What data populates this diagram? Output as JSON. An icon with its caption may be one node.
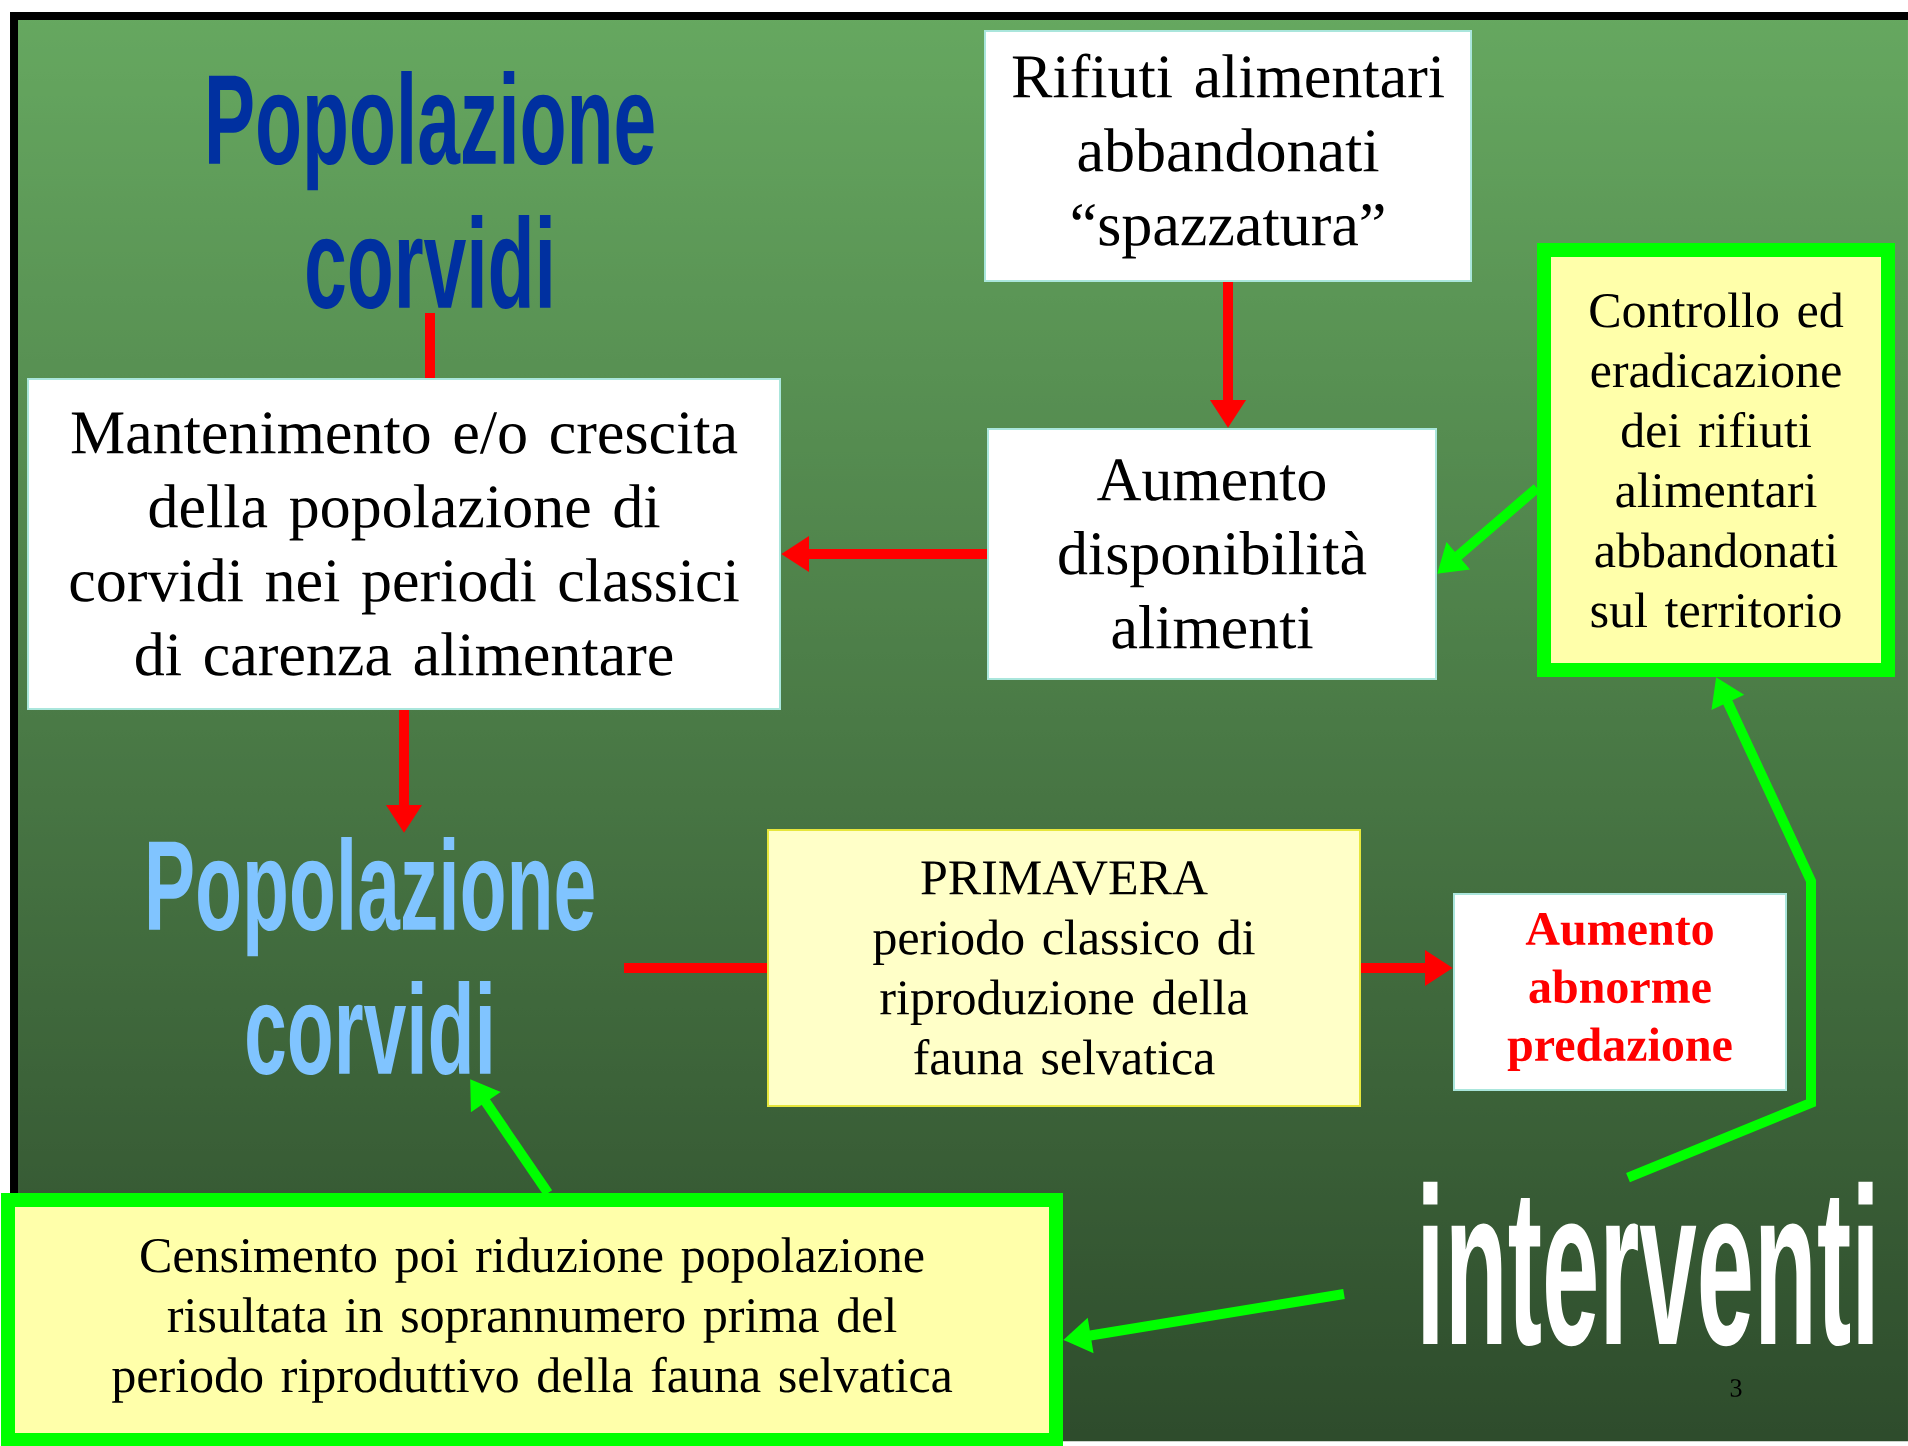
{
  "diagram": {
    "nodes": [
      {
        "text": [
          "Popolazione corvidi"
        ]
      },
      {
        "text": [
          "Rifiuti alimentari abbandonati “spazzatura”"
        ]
      },
      {
        "text": [
          "Controllo ed eradicazione dei rifiuti alimentari abbandonati sul territorio"
        ]
      },
      {
        "text": [
          "Mantenimento e/o crescita della popolazione di corvidi nei periodi classici di carenza alimentare"
        ]
      },
      {
        "text": [
          "Aumento disponibilità alimenti"
        ]
      },
      {
        "text": [
          "Popolazione corvidi"
        ]
      },
      {
        "text": [
          "PRIMAVERA",
          "periodo classico di riproduzione della fauna selvatica"
        ]
      },
      {
        "text": [
          "Aumento abnorme predazione"
        ]
      },
      {
        "text": [
          "Censimento poi riduzione popolazione risultata in soprannumero prima del periodo riproduttivo della fauna selvatica"
        ]
      },
      {
        "text": [
          "interventi"
        ]
      }
    ],
    "edges": [
      {
        "from": 0,
        "to": 3,
        "arrow": "none"
      },
      {
        "from": 1,
        "to": 4,
        "arrow": "to"
      },
      {
        "from": 4,
        "to": 3,
        "arrow": "to"
      },
      {
        "from": 3,
        "to": 5,
        "arrow": "to"
      },
      {
        "from": 5,
        "to": 6,
        "arrow": "none"
      },
      {
        "from": 6,
        "to": 7,
        "arrow": "to"
      },
      {
        "from": 2,
        "to": 4,
        "arrow": "to",
        "color": "#00ff00"
      },
      {
        "from": 9,
        "to": 2,
        "arrow": "to",
        "color": "#00ff00"
      },
      {
        "from": 9,
        "to": 8,
        "arrow": "to",
        "color": "#00ff00"
      },
      {
        "from": 8,
        "to": 5,
        "arrow": "to",
        "color": "#00ff00"
      }
    ],
    "labels": [
      "3"
    ]
  }
}
